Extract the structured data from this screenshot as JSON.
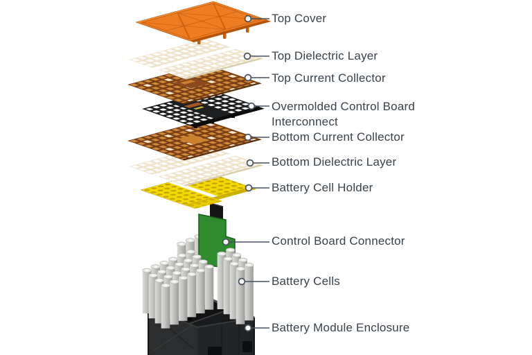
{
  "diagram": {
    "type": "exploded-view",
    "subject": "Battery Module",
    "labels": [
      {
        "id": "top-cover",
        "text": "Top Cover"
      },
      {
        "id": "top-dielectric-layer",
        "text": "Top Dielectric Layer"
      },
      {
        "id": "top-current-collector",
        "text": "Top Current Collector"
      },
      {
        "id": "overmolded-interconnect",
        "text": "Overmolded Control Board Interconnect"
      },
      {
        "id": "bottom-current-collector",
        "text": "Bottom Current Collector"
      },
      {
        "id": "bottom-dielectric-layer",
        "text": "Bottom Dielectric Layer"
      },
      {
        "id": "battery-cell-holder",
        "text": "Battery Cell Holder"
      },
      {
        "id": "control-board-connector",
        "text": "Control Board Connector"
      },
      {
        "id": "battery-cells",
        "text": "Battery Cells"
      },
      {
        "id": "battery-module-enclosure",
        "text": "Battery Module Enclosure"
      }
    ],
    "colors": {
      "top_cover": "#ED7C23",
      "top_cover_edge": "#C4600E",
      "dielectric": "#EFE4CB",
      "current_collector": "#7A4015",
      "collector_hole": "#D08A3A",
      "interconnect": "#1E1F20",
      "cell_holder": "#F2D900",
      "cell_holder_hole": "#C9A300",
      "pcb": "#2E8B2E",
      "cells": "#C6C7C4",
      "enclosure": "#252627",
      "label_text": "#39424A",
      "leader": "#46525E",
      "background": "#FFFFFF"
    }
  }
}
